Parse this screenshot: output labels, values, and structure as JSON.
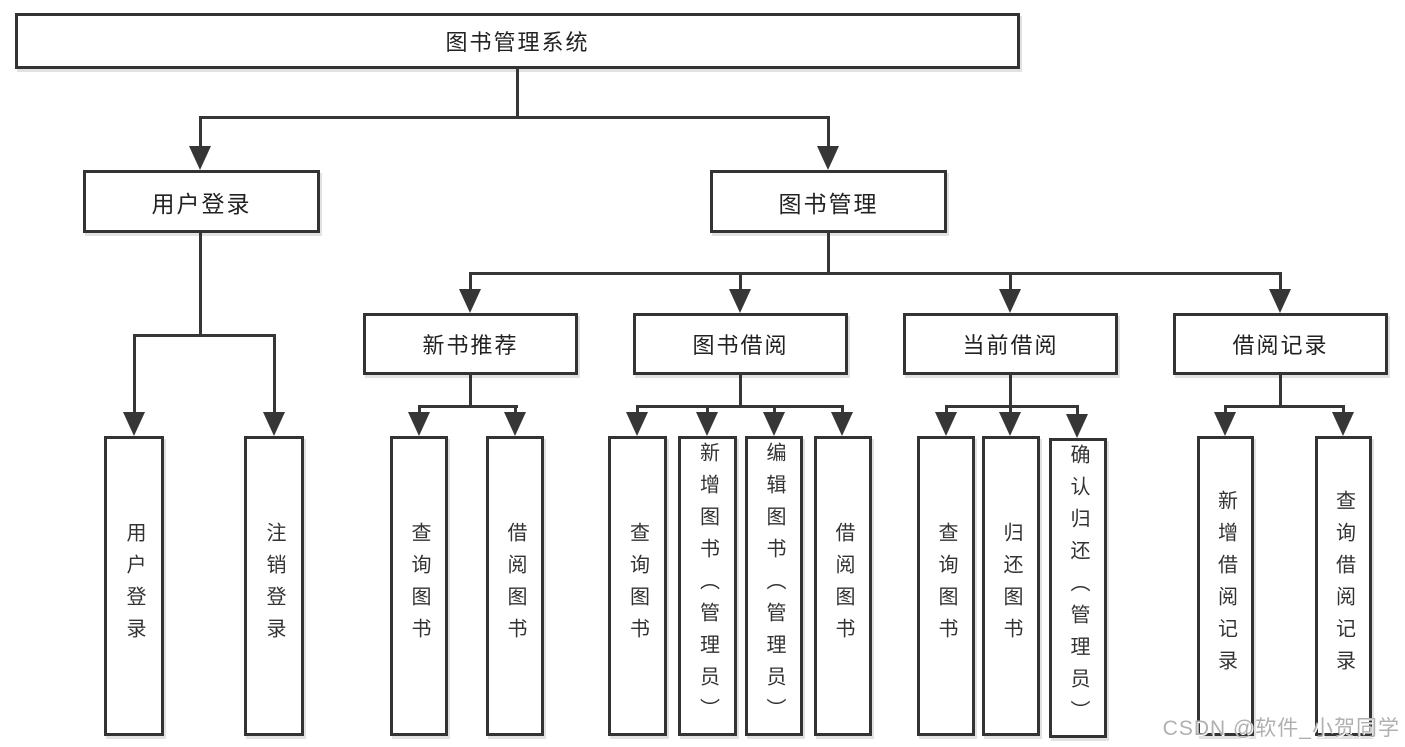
{
  "tree": {
    "label": "图书管理系统",
    "children": [
      {
        "label": "用户登录",
        "children": [
          {
            "label": "用户登录"
          },
          {
            "label": "注销登录"
          }
        ]
      },
      {
        "label": "图书管理",
        "children": [
          {
            "label": "新书推荐",
            "children": [
              {
                "label": "查询图书"
              },
              {
                "label": "借阅图书"
              }
            ]
          },
          {
            "label": "图书借阅",
            "children": [
              {
                "label": "查询图书"
              },
              {
                "label": "新增图书（管理员）"
              },
              {
                "label": "编辑图书（管理员）"
              },
              {
                "label": "借阅图书"
              }
            ]
          },
          {
            "label": "当前借阅",
            "children": [
              {
                "label": "查询图书"
              },
              {
                "label": "归还图书"
              },
              {
                "label": "确认归还（管理员）"
              }
            ]
          },
          {
            "label": "借阅记录",
            "children": [
              {
                "label": "新增借阅记录"
              },
              {
                "label": "查询借阅记录"
              }
            ]
          }
        ]
      }
    ]
  },
  "watermark": "CSDN @软件_小贺同学",
  "colors": {
    "line": "#363636",
    "box_border": "#333333",
    "text": "#222222",
    "watermark": "#b0b0b0",
    "background": "#ffffff"
  }
}
